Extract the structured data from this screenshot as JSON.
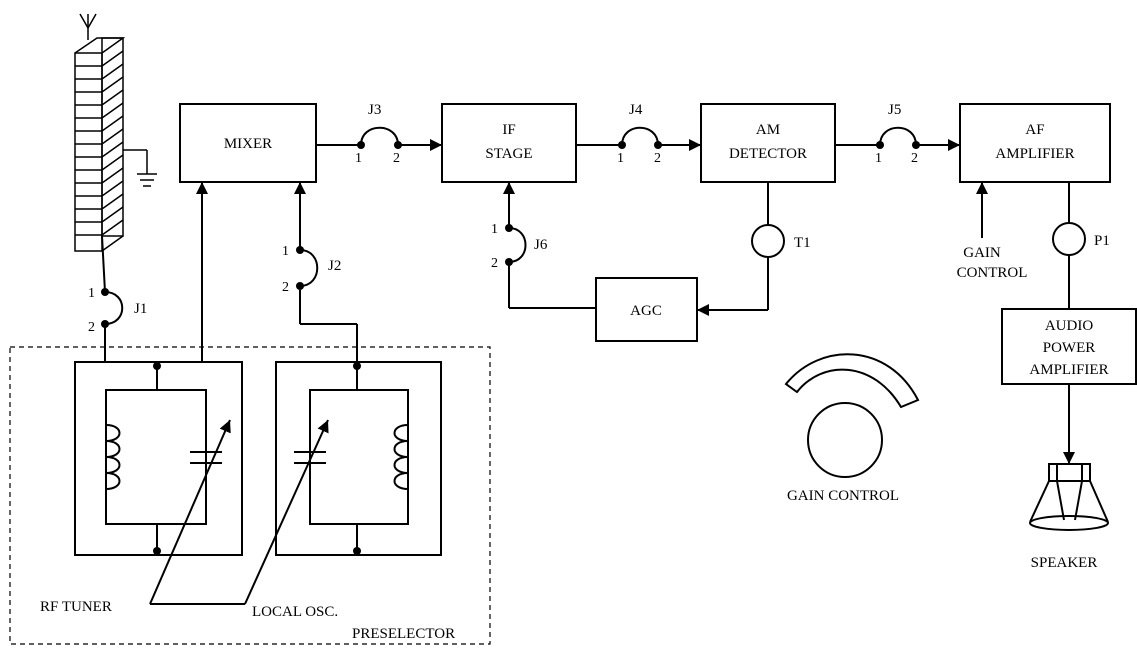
{
  "blocks": {
    "mixer": "MIXER",
    "if_stage": [
      "IF",
      "STAGE"
    ],
    "am_detector": [
      "AM",
      "DETECTOR"
    ],
    "af_amplifier": [
      "AF",
      "AMPLIFIER"
    ],
    "agc": "AGC",
    "audio_power_amplifier": [
      "AUDIO",
      "POWER",
      "AMPLIFIER"
    ]
  },
  "jumpers": {
    "j1": {
      "label": "J1",
      "pin1": "1",
      "pin2": "2"
    },
    "j2": {
      "label": "J2",
      "pin1": "1",
      "pin2": "2"
    },
    "j3": {
      "label": "J3",
      "pin1": "1",
      "pin2": "2"
    },
    "j4": {
      "label": "J4",
      "pin1": "1",
      "pin2": "2"
    },
    "j5": {
      "label": "J5",
      "pin1": "1",
      "pin2": "2"
    },
    "j6": {
      "label": "J6",
      "pin1": "1",
      "pin2": "2"
    }
  },
  "test_points": {
    "t1": "T1",
    "p1": "P1"
  },
  "labels": {
    "gain_control_input": [
      "GAIN",
      "CONTROL"
    ],
    "gain_control_knob": "GAIN CONTROL",
    "rf_tuner": "RF TUNER",
    "local_osc": "LOCAL OSC.",
    "preselector": "PRESELECTOR",
    "speaker": "SPEAKER"
  }
}
